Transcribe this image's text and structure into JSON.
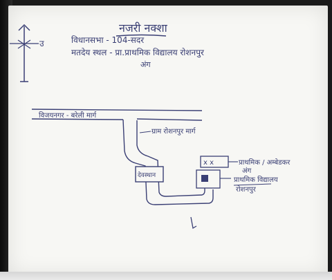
{
  "map": {
    "title": "नजरी नक्शा",
    "header_line1": "विधानसभा - 104-सदर",
    "header_line2": "मतदेय स्थल - प्रा.प्राथमिक विद्यालय रोशनपुर",
    "header_line2_b": "अंग",
    "north_label": "उ",
    "roads": {
      "main": "विजयनगर - बरेली मार्ग",
      "branch": "ग्राम रोशनपुर मार्ग"
    },
    "places": {
      "temple": "देवस्थान",
      "school_box": "x  x",
      "school_box_label": "प्राथमिक / अम्बेडकर",
      "polling_station_label_1": "अंग",
      "polling_station_label_2": "प्राथमिक विद्यालय",
      "polling_station_label_3": "रोशनपुर"
    }
  }
}
